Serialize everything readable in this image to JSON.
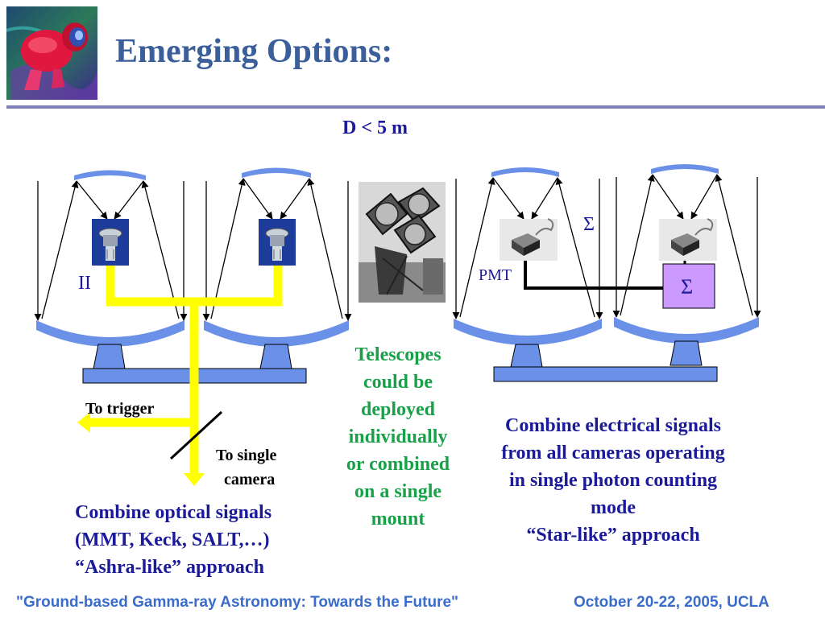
{
  "slide": {
    "title": "Emerging Options:",
    "dimension_label": "D < 5 m"
  },
  "left_panel": {
    "ii_label": "II",
    "to_trigger": "To trigger",
    "to_single_camera": [
      "To single",
      "camera"
    ],
    "description": [
      "Combine optical signals",
      "(MMT, Keck, SALT,…)",
      "“Ashra-like” approach"
    ]
  },
  "middle_panel": {
    "note": [
      "Telescopes",
      "could be",
      "deployed",
      "individually",
      "or combined",
      "on a single",
      "mount"
    ]
  },
  "right_panel": {
    "pmt_label": "PMT",
    "sum_symbol_top": "Σ",
    "sum_symbol_box": "Σ",
    "description": [
      "Combine electrical signals",
      "from all cameras operating",
      "in single photon counting",
      "mode",
      "“Star-like” approach"
    ]
  },
  "footer": {
    "left": "\"Ground-based Gamma-ray Astronomy: Towards the Future\"",
    "right": "October 20-22, 2005, UCLA"
  },
  "colors": {
    "title": "#3a5f9a",
    "rule": "#8080b8",
    "mirror": "#6a90e8",
    "signal_path": "#ffff00",
    "sum_box": "#cc99ff",
    "text_blue": "#1a1a9a",
    "text_green": "#19a14a",
    "footer": "#3a6ccc"
  },
  "icons": [
    "telescope-logo-icon",
    "image-intensifier-camera-icon",
    "pmt-module-icon",
    "telescope-photo"
  ]
}
